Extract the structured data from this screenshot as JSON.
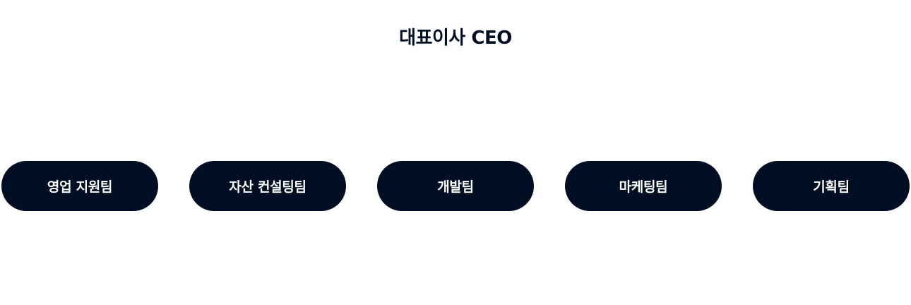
{
  "colors": {
    "pill_bg": "#000e23",
    "pill_text": "#ffffff",
    "title_text": "#000e23",
    "background": "#ffffff"
  },
  "ceo": {
    "label": "대표이사 CEO"
  },
  "teams": [
    {
      "label": "영업 지원팀"
    },
    {
      "label": "자산 컨설팅팀"
    },
    {
      "label": "개발팀"
    },
    {
      "label": "마케팅팀"
    },
    {
      "label": "기획팀"
    }
  ]
}
